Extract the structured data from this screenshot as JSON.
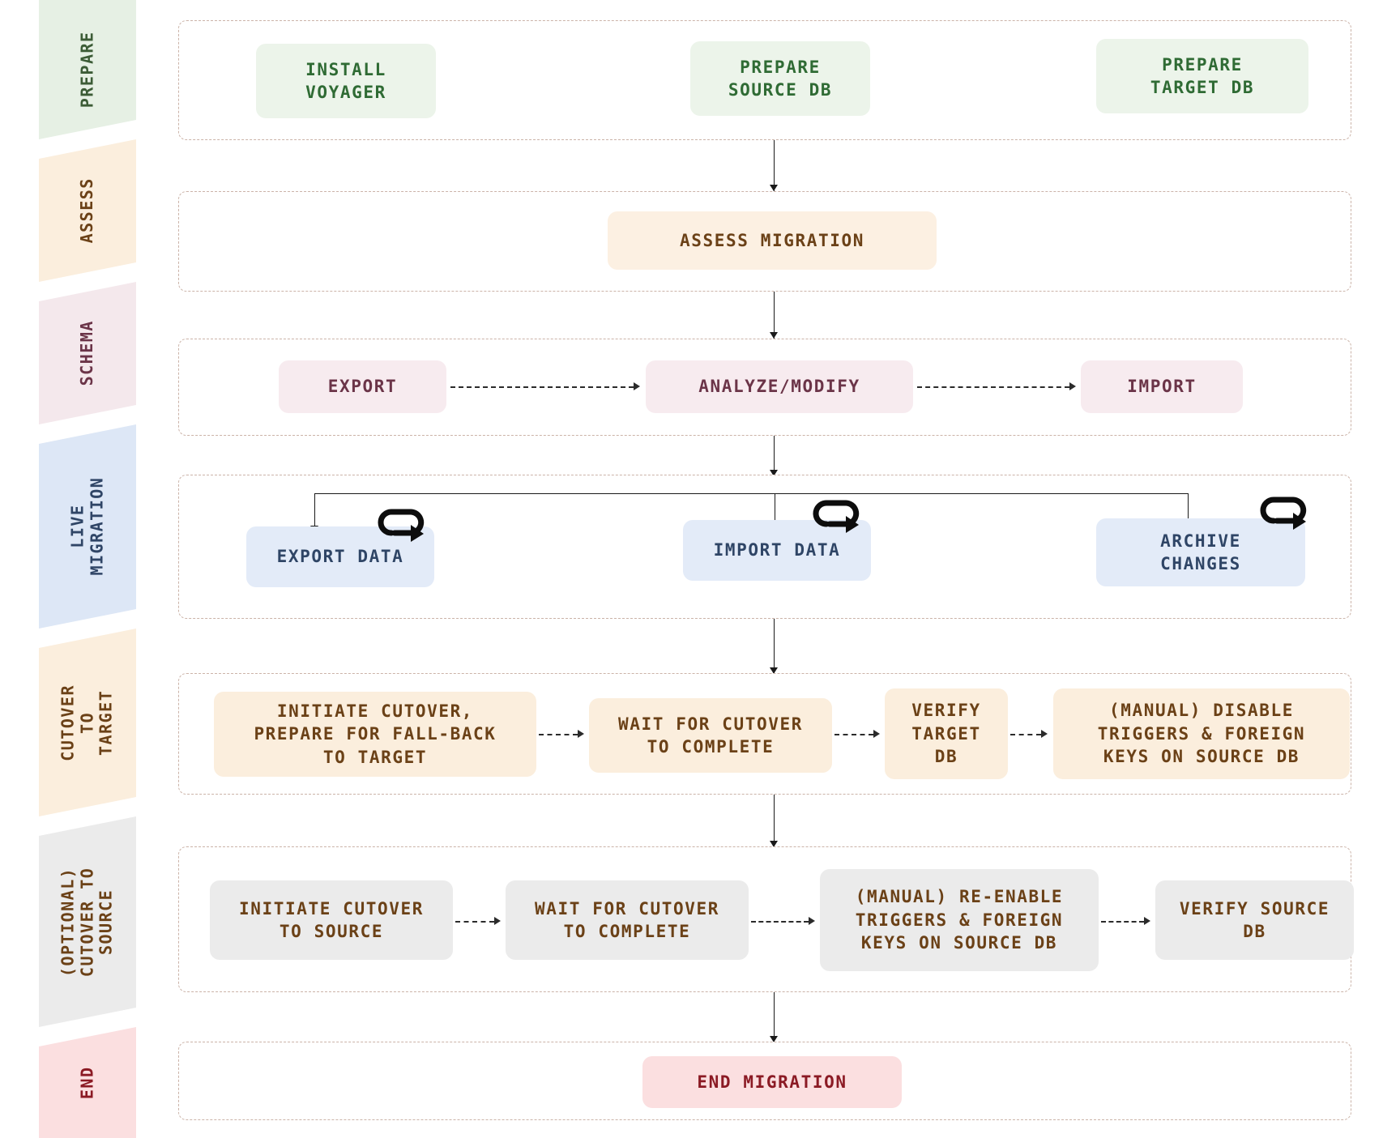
{
  "diagram": {
    "title": "YugabyteDB Voyager live migration workflow",
    "type": "flowchart",
    "colors": {
      "prepare_band_bg": "#e6f0e4",
      "prepare_text": "#3c5c36",
      "assess_band_bg": "#fbeedd",
      "assess_text": "#6b4117",
      "schema_band_bg": "#f4e8ec",
      "schema_text": "#6b3448",
      "live_band_bg": "#dde7f6",
      "live_text": "#2f4566",
      "cutover_target_band_bg": "#fbeedd",
      "cutover_target_text": "#6b4117",
      "cutover_source_band_bg": "#ebebeb",
      "cutover_source_text": "#6b4117",
      "end_band_bg": "#fbdfe0",
      "end_text": "#8b1a24",
      "row_border": "#cbb3a8",
      "connector": "#1a1a1a"
    }
  },
  "phases": [
    {
      "id": "prepare",
      "label": "PREPARE",
      "band_bg": "#e6f0e4",
      "band_text": "#3c5c36",
      "node_bg": "#ecf4ea",
      "node_text": "#2f6b34",
      "nodes": [
        {
          "id": "install-voyager",
          "label": "INSTALL\nVOYAGER"
        },
        {
          "id": "prepare-source-db",
          "label": "PREPARE\nSOURCE DB"
        },
        {
          "id": "prepare-target-db",
          "label": "PREPARE\nTARGET DB"
        }
      ]
    },
    {
      "id": "assess",
      "label": "ASSESS",
      "band_bg": "#fbeedd",
      "band_text": "#6b4117",
      "node_bg": "#fcf0e2",
      "node_text": "#6b4117",
      "nodes": [
        {
          "id": "assess-migration",
          "label": "ASSESS MIGRATION"
        }
      ]
    },
    {
      "id": "schema",
      "label": "SCHEMA",
      "band_bg": "#f4e8ec",
      "band_text": "#6b3448",
      "node_bg": "#f7ebef",
      "node_text": "#6b3448",
      "nodes": [
        {
          "id": "schema-export",
          "label": "EXPORT"
        },
        {
          "id": "schema-analyze-modify",
          "label": "ANALYZE/MODIFY"
        },
        {
          "id": "schema-import",
          "label": "IMPORT"
        }
      ]
    },
    {
      "id": "live-migration",
      "label": "LIVE\nMIGRATION",
      "band_bg": "#dde7f6",
      "band_text": "#2f4566",
      "node_bg": "#e3ebf8",
      "node_text": "#2f4566",
      "nodes": [
        {
          "id": "export-data",
          "label": "EXPORT DATA",
          "loop": true
        },
        {
          "id": "import-data",
          "label": "IMPORT DATA",
          "loop": true
        },
        {
          "id": "archive-changes",
          "label": "ARCHIVE\nCHANGES",
          "loop": true
        }
      ]
    },
    {
      "id": "cutover-to-target",
      "label": "CUTOVER TO\nTARGET",
      "band_bg": "#fbeedd",
      "band_text": "#6b4117",
      "node_bg": "#fbeedd",
      "node_text": "#6b4117",
      "nodes": [
        {
          "id": "initiate-cutover-target",
          "label": "INITIATE CUTOVER,\nPREPARE FOR FALL-BACK\nTO TARGET"
        },
        {
          "id": "wait-for-cutover-target",
          "label": "WAIT FOR CUTOVER\nTO COMPLETE"
        },
        {
          "id": "verify-target-db",
          "label": "VERIFY\nTARGET\nDB"
        },
        {
          "id": "disable-triggers-source",
          "label": "(MANUAL) DISABLE\nTRIGGERS & FOREIGN\nKEYS ON SOURCE DB"
        }
      ]
    },
    {
      "id": "cutover-to-source",
      "label": "(OPTIONAL)\nCUTOVER TO\nSOURCE",
      "band_bg": "#ebebeb",
      "band_text": "#6b4117",
      "node_bg": "#ebebeb",
      "node_text": "#6b4117",
      "nodes": [
        {
          "id": "initiate-cutover-source",
          "label": "INITIATE CUTOVER\nTO SOURCE"
        },
        {
          "id": "wait-for-cutover-source",
          "label": "WAIT FOR CUTOVER\nTO COMPLETE"
        },
        {
          "id": "reenable-triggers-source",
          "label": "(MANUAL) RE-ENABLE\nTRIGGERS & FOREIGN\nKEYS ON SOURCE DB"
        },
        {
          "id": "verify-source-db",
          "label": "VERIFY SOURCE\nDB"
        }
      ]
    },
    {
      "id": "end",
      "label": "END",
      "band_bg": "#fbdfe0",
      "band_text": "#8b1a24",
      "node_bg": "#fbdfe0",
      "node_text": "#8b1a24",
      "nodes": [
        {
          "id": "end-migration",
          "label": "END MIGRATION"
        }
      ]
    }
  ],
  "icons": {
    "loop": "loop-arrow-icon"
  }
}
